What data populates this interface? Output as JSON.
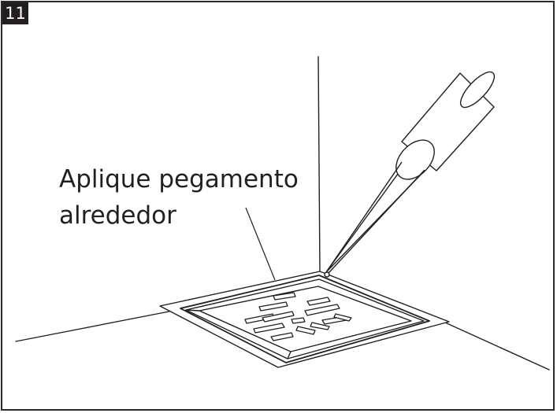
{
  "step": {
    "number": "11"
  },
  "caption": {
    "line1": "Aplique pegamento",
    "line2": "alrededor"
  },
  "colors": {
    "ink": "#231f20",
    "frame": "#2b2b2b",
    "background": "#ffffff"
  },
  "icons": {
    "tool": "glue-applicator",
    "object": "square-floor-drain"
  }
}
